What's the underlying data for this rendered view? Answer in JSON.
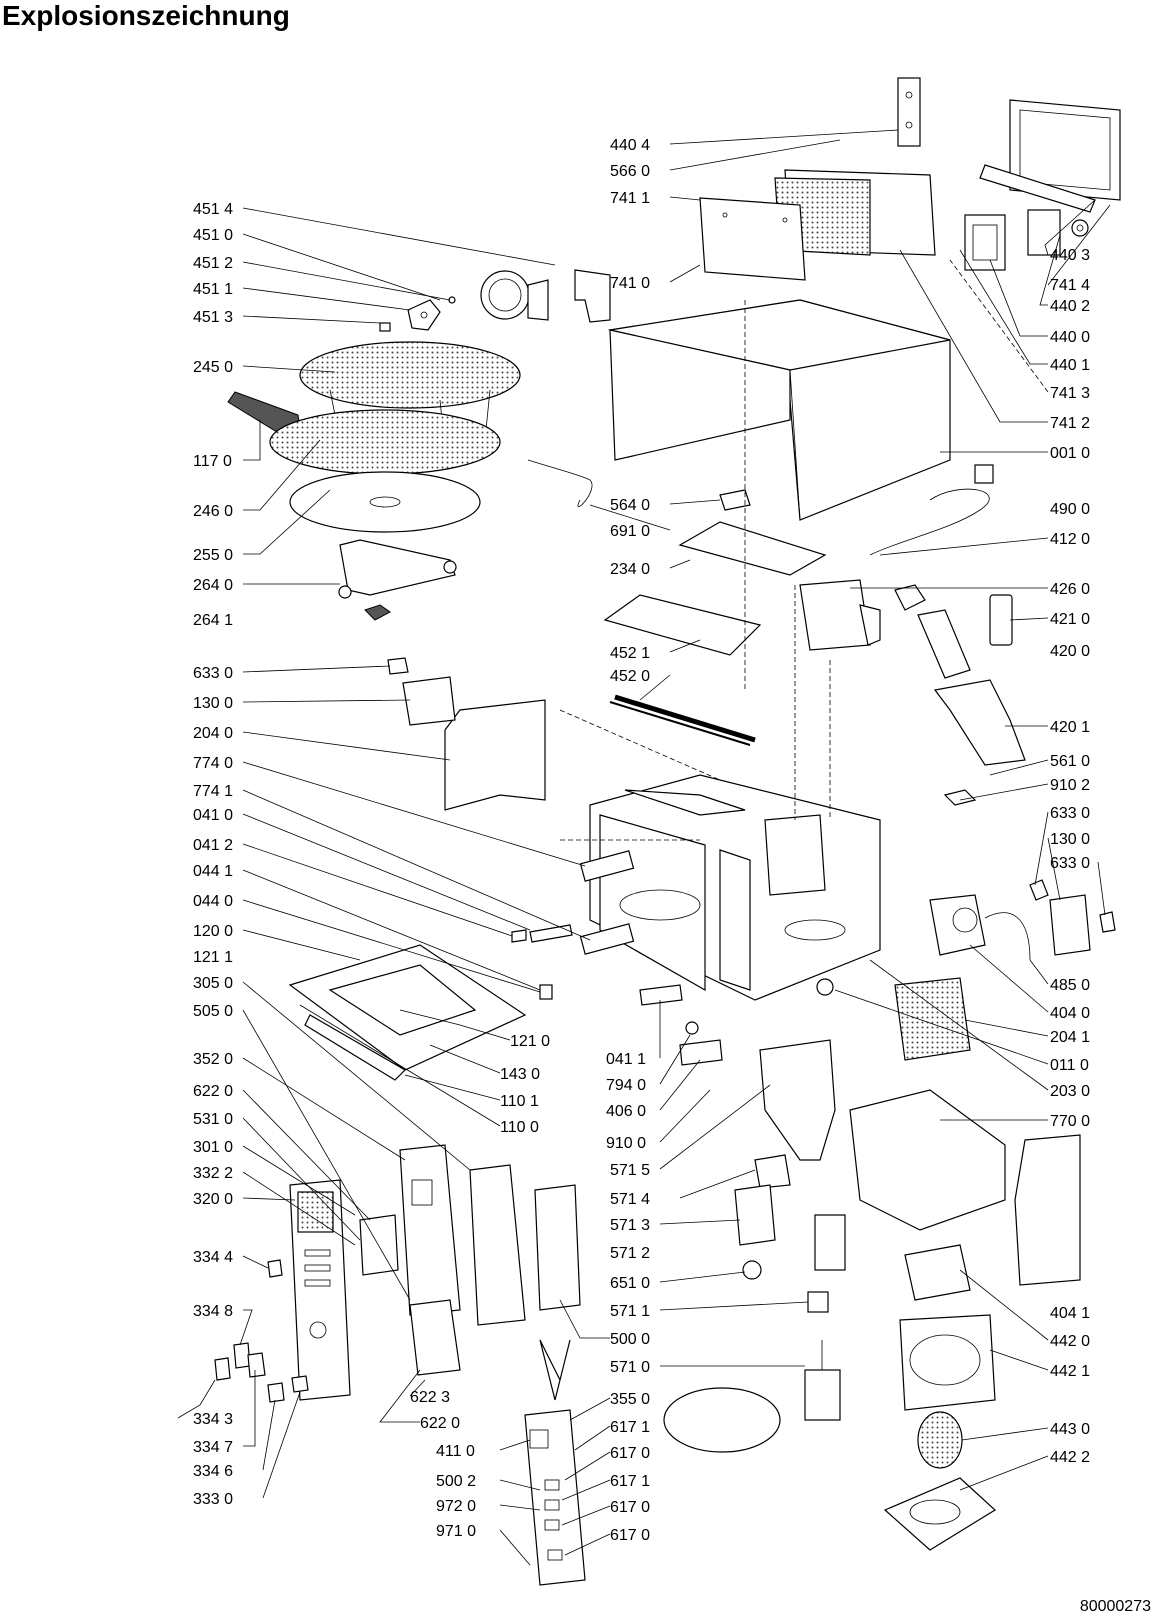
{
  "title": "Explosionszeichnung",
  "drawing_number": "80000273",
  "parts_left": [
    {
      "id": "p4514",
      "label": "451 4"
    },
    {
      "id": "p4510",
      "label": "451 0"
    },
    {
      "id": "p4512",
      "label": "451 2"
    },
    {
      "id": "p4511",
      "label": "451 1"
    },
    {
      "id": "p4513",
      "label": "451 3"
    },
    {
      "id": "p2450",
      "label": "245 0"
    },
    {
      "id": "p1170",
      "label": "117 0"
    },
    {
      "id": "p2460",
      "label": "246 0"
    },
    {
      "id": "p2550",
      "label": "255 0"
    },
    {
      "id": "p2640",
      "label": "264 0"
    },
    {
      "id": "p2641",
      "label": "264 1"
    },
    {
      "id": "p6330a",
      "label": "633 0"
    },
    {
      "id": "p1300a",
      "label": "130 0"
    },
    {
      "id": "p2040",
      "label": "204 0"
    },
    {
      "id": "p7740",
      "label": "774 0"
    },
    {
      "id": "p7741",
      "label": "774 1"
    },
    {
      "id": "p0410",
      "label": "041 0"
    },
    {
      "id": "p0412",
      "label": "041 2"
    },
    {
      "id": "p0441",
      "label": "044 1"
    },
    {
      "id": "p0440",
      "label": "044 0"
    },
    {
      "id": "p1200",
      "label": "120 0"
    },
    {
      "id": "p1211",
      "label": "121 1"
    },
    {
      "id": "p3050",
      "label": "305 0"
    },
    {
      "id": "p5050",
      "label": "505 0"
    },
    {
      "id": "p3520",
      "label": "352 0"
    },
    {
      "id": "p6220a",
      "label": "622 0"
    },
    {
      "id": "p5310",
      "label": "531 0"
    },
    {
      "id": "p3010",
      "label": "301 0"
    },
    {
      "id": "p3322",
      "label": "332 2"
    },
    {
      "id": "p3200",
      "label": "320 0"
    },
    {
      "id": "p3344",
      "label": "334 4"
    },
    {
      "id": "p3348",
      "label": "334 8"
    },
    {
      "id": "p3343",
      "label": "334 3"
    },
    {
      "id": "p3347",
      "label": "334 7"
    },
    {
      "id": "p3346",
      "label": "334 6"
    },
    {
      "id": "p3330",
      "label": "333 0"
    }
  ],
  "parts_center": [
    {
      "id": "p4404",
      "label": "440 4"
    },
    {
      "id": "p5660",
      "label": "566 0"
    },
    {
      "id": "p7411",
      "label": "741 1"
    },
    {
      "id": "p7410",
      "label": "741 0"
    },
    {
      "id": "p5640",
      "label": "564 0"
    },
    {
      "id": "p6910",
      "label": "691 0"
    },
    {
      "id": "p2340",
      "label": "234 0"
    },
    {
      "id": "p4521",
      "label": "452 1"
    },
    {
      "id": "p4520",
      "label": "452 0"
    },
    {
      "id": "p1210",
      "label": "121 0"
    },
    {
      "id": "p1430",
      "label": "143 0"
    },
    {
      "id": "p1101",
      "label": "110 1"
    },
    {
      "id": "p1100",
      "label": "110 0"
    },
    {
      "id": "p0411",
      "label": "041 1"
    },
    {
      "id": "p7940",
      "label": "794 0"
    },
    {
      "id": "p4060",
      "label": "406 0"
    },
    {
      "id": "p9100",
      "label": "910 0"
    },
    {
      "id": "p5715",
      "label": "571 5"
    },
    {
      "id": "p5714",
      "label": "571 4"
    },
    {
      "id": "p5713",
      "label": "571 3"
    },
    {
      "id": "p5712",
      "label": "571 2"
    },
    {
      "id": "p6510",
      "label": "651 0"
    },
    {
      "id": "p5711",
      "label": "571 1"
    },
    {
      "id": "p5000",
      "label": "500 0"
    },
    {
      "id": "p5710",
      "label": "571 0"
    },
    {
      "id": "p6223",
      "label": "622 3"
    },
    {
      "id": "p6220b",
      "label": "622 0"
    },
    {
      "id": "p3550",
      "label": "355 0"
    },
    {
      "id": "p6171a",
      "label": "617 1"
    },
    {
      "id": "p4110",
      "label": "411 0"
    },
    {
      "id": "p6170a",
      "label": "617 0"
    },
    {
      "id": "p5002",
      "label": "500 2"
    },
    {
      "id": "p6171b",
      "label": "617 1"
    },
    {
      "id": "p9720",
      "label": "972 0"
    },
    {
      "id": "p6170b",
      "label": "617 0"
    },
    {
      "id": "p9710",
      "label": "971 0"
    },
    {
      "id": "p6170c",
      "label": "617 0"
    }
  ],
  "parts_right": [
    {
      "id": "p4403",
      "label": "440 3"
    },
    {
      "id": "p7414",
      "label": "741 4"
    },
    {
      "id": "p4402",
      "label": "440 2"
    },
    {
      "id": "p4400",
      "label": "440 0"
    },
    {
      "id": "p4401",
      "label": "440 1"
    },
    {
      "id": "p7413",
      "label": "741 3"
    },
    {
      "id": "p7412",
      "label": "741 2"
    },
    {
      "id": "p0010",
      "label": "001 0"
    },
    {
      "id": "p4900",
      "label": "490 0"
    },
    {
      "id": "p4120",
      "label": "412 0"
    },
    {
      "id": "p4260",
      "label": "426 0"
    },
    {
      "id": "p4210",
      "label": "421 0"
    },
    {
      "id": "p4200",
      "label": "420 0"
    },
    {
      "id": "p4201",
      "label": "420 1"
    },
    {
      "id": "p5610",
      "label": "561 0"
    },
    {
      "id": "p9102",
      "label": "910 2"
    },
    {
      "id": "p6330b",
      "label": "633 0"
    },
    {
      "id": "p1300b",
      "label": "130 0"
    },
    {
      "id": "p6330c",
      "label": "633 0"
    },
    {
      "id": "p4850",
      "label": "485 0"
    },
    {
      "id": "p4040",
      "label": "404 0"
    },
    {
      "id": "p2041",
      "label": "204 1"
    },
    {
      "id": "p0110",
      "label": "011 0"
    },
    {
      "id": "p2030",
      "label": "203 0"
    },
    {
      "id": "p7700",
      "label": "770 0"
    },
    {
      "id": "p4041",
      "label": "404 1"
    },
    {
      "id": "p4420",
      "label": "442 0"
    },
    {
      "id": "p4421",
      "label": "442 1"
    },
    {
      "id": "p4430",
      "label": "443 0"
    },
    {
      "id": "p4422",
      "label": "442 2"
    }
  ]
}
